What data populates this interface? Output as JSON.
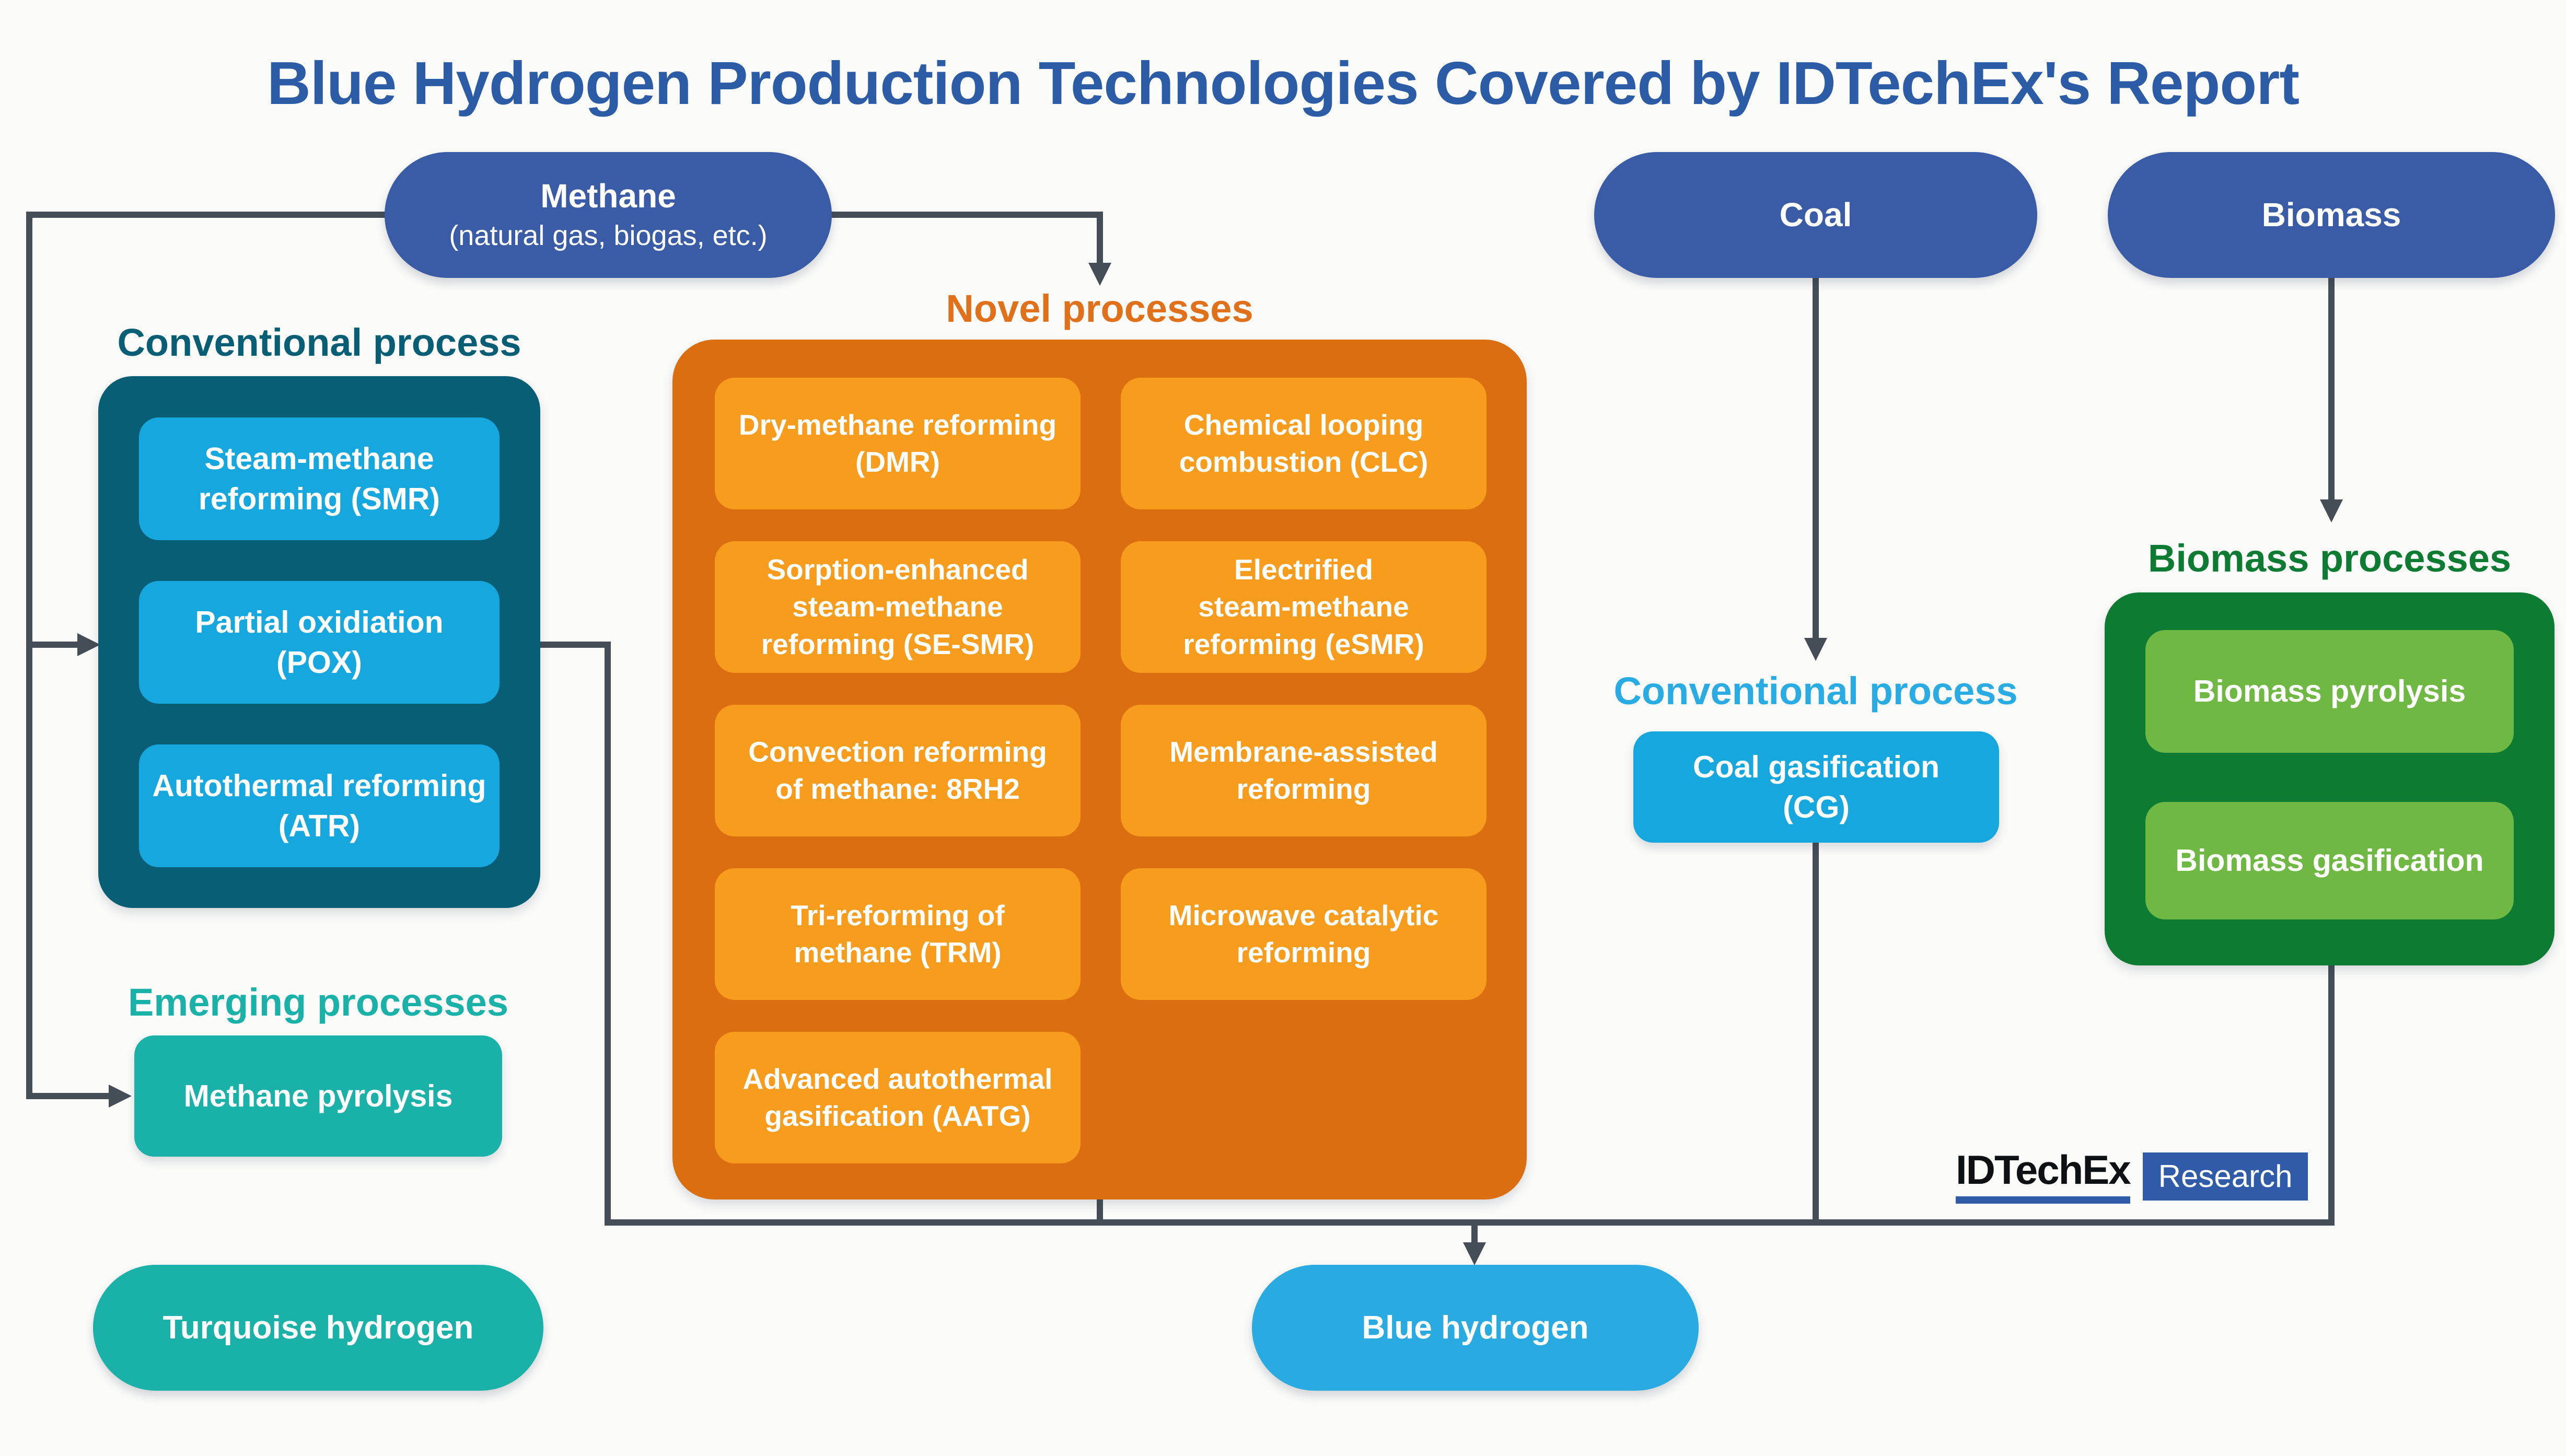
{
  "title": "Blue Hydrogen Production Technologies Covered by IDTechEx's Report",
  "colors": {
    "bg": "#FBFBFA",
    "line": "#454E56",
    "title_blue": "#2D5CA7",
    "source_blue": "#3A5BA6",
    "teal_dark": "#085E74",
    "cyan_box": "#17A7DF",
    "cyan_heading": "#29ACE4",
    "teal": "#1AB1A8",
    "orange_dark": "#DC6E12",
    "orange_light": "#F89C1E",
    "orange_heading": "#E1701A",
    "green_dark": "#0E7B33",
    "green_light": "#6FB843",
    "blue_pill": "#29ABE2",
    "logo_blue": "#2F5BA9",
    "logo_ink": "#0E1113"
  },
  "sources": {
    "methane": {
      "name": "Methane",
      "detail": "(natural gas, biogas, etc.)"
    },
    "coal": "Coal",
    "biomass": "Biomass"
  },
  "conventional_methane": {
    "heading": "Conventional process",
    "items": [
      "Steam-methane\nreforming (SMR)",
      "Partial oxidiation\n(POX)",
      "Autothermal reforming\n(ATR)"
    ]
  },
  "novel": {
    "heading": "Novel processes",
    "cells": [
      "Dry-methane reforming\n(DMR)",
      "Chemical looping\ncombustion (CLC)",
      "Sorption-enhanced\nsteam-methane\nreforming (SE-SMR)",
      "Electrified\nsteam-methane\nreforming (eSMR)",
      "Convection reforming\nof methane: 8RH2",
      "Membrane-assisted\nreforming",
      "Tri-reforming of\nmethane (TRM)",
      "Microwave catalytic\nreforming",
      "Advanced autothermal\ngasification (AATG)"
    ]
  },
  "emerging": {
    "heading": "Emerging processes",
    "process": "Methane pyrolysis",
    "output": "Turquoise hydrogen"
  },
  "coal_branch": {
    "heading": "Conventional process",
    "process": "Coal gasification\n(CG)"
  },
  "biomass_branch": {
    "heading": "Biomass processes",
    "items": [
      "Biomass pyrolysis",
      "Biomass gasification"
    ]
  },
  "result": "Blue hydrogen",
  "logo": {
    "brand": "IDTechEx",
    "division": "Research"
  }
}
